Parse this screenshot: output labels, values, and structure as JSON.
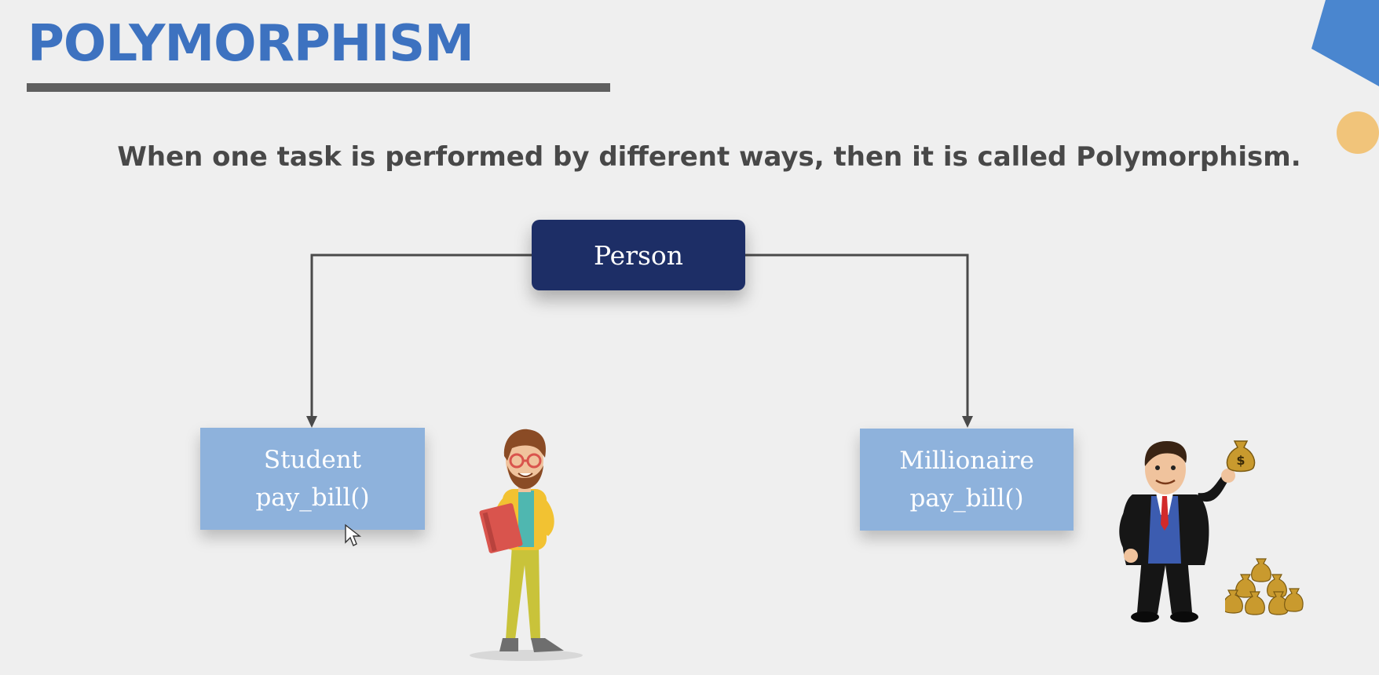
{
  "slide": {
    "title": "POLYMORPHISM",
    "definition": "When one task is performed by different ways, then it is called Polymorphism."
  },
  "diagram": {
    "root": {
      "label": "Person"
    },
    "children": [
      {
        "name": "Student",
        "method": "pay_bill()"
      },
      {
        "name": "Millionaire",
        "method": "pay_bill()"
      }
    ]
  },
  "colors": {
    "title": "#3d72c0",
    "underline": "#5f5f5f",
    "root_box": "#1d2e66",
    "child_box": "#8eb2dc",
    "connector": "#4a4a4a",
    "accent_blue": "#4a86cf",
    "accent_gold": "#f1c47a"
  },
  "illustrations": {
    "student": "student-character-icon",
    "millionaire": "millionaire-character-icon",
    "money": "money-bag-icon",
    "pointer": "mouse-cursor-icon"
  }
}
